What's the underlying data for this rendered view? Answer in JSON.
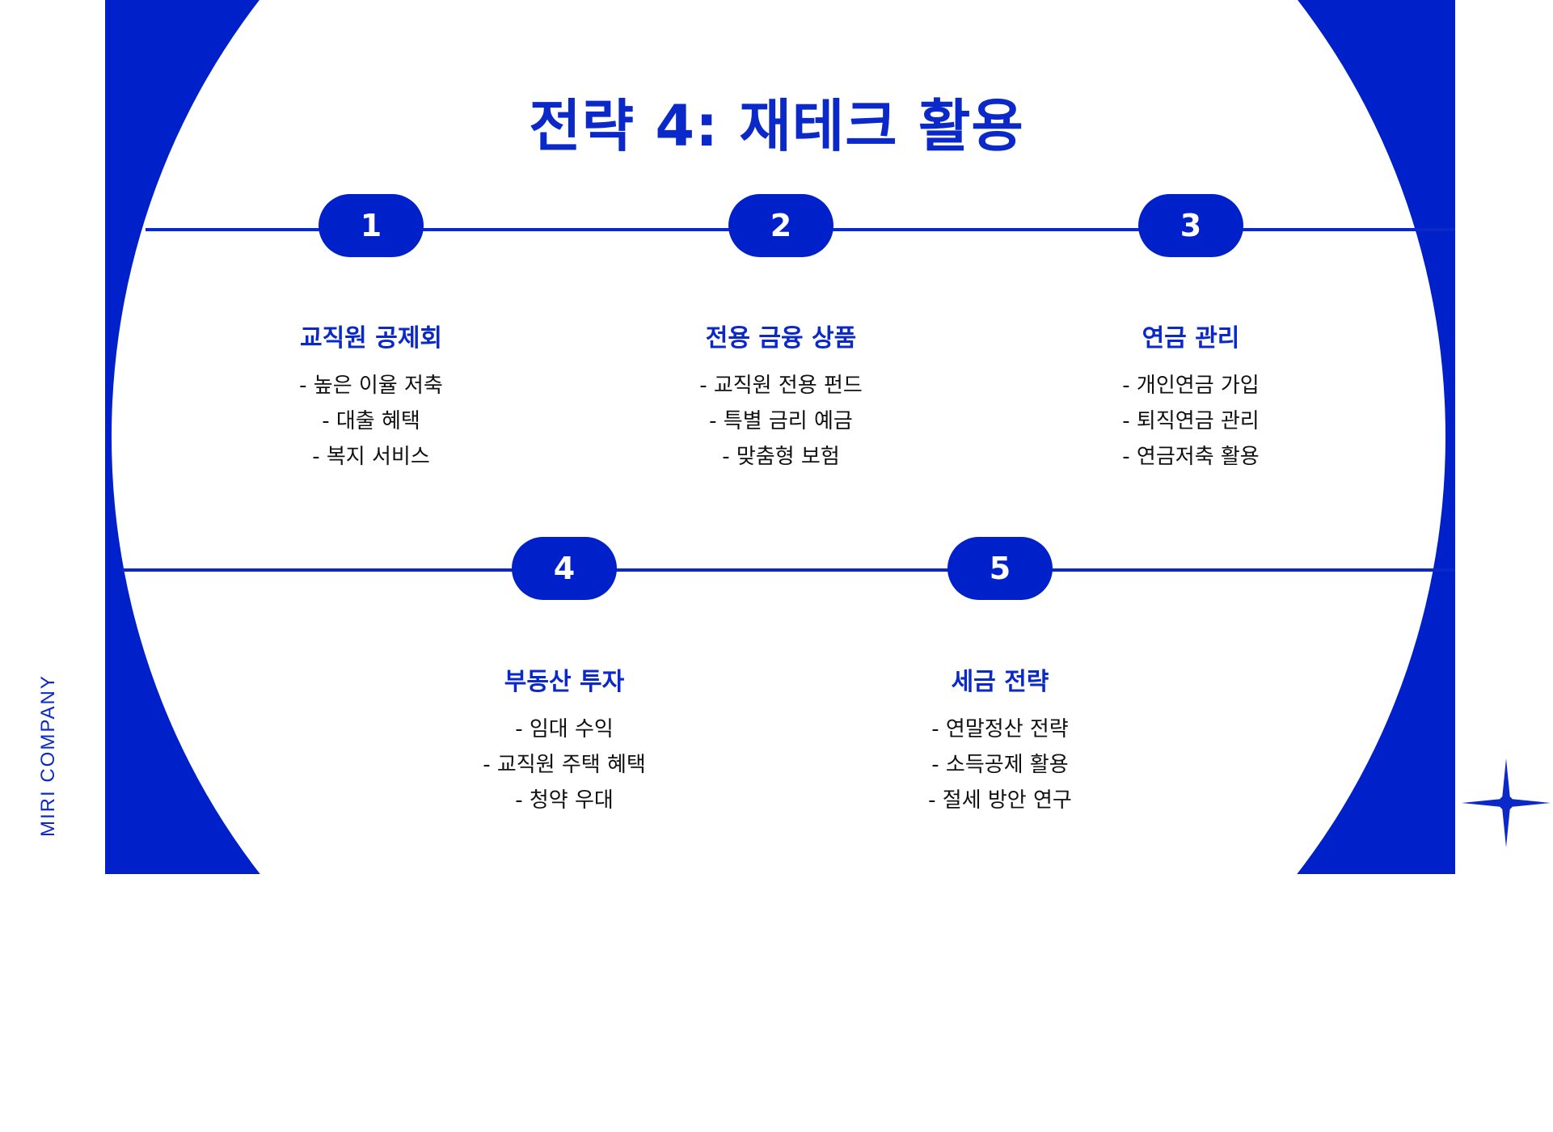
{
  "title": "전략 4: 재테크 활용",
  "brand": "MIRI COMPANY",
  "colors": {
    "accent": "#0021C9",
    "text": "#111111",
    "background": "#ffffff"
  },
  "steps": [
    {
      "number": "1",
      "title": "교직원 공제회",
      "items": [
        "- 높은 이율 저축",
        "- 대출 혜택",
        "- 복지 서비스"
      ]
    },
    {
      "number": "2",
      "title": "전용 금융 상품",
      "items": [
        "- 교직원 전용 펀드",
        "- 특별 금리 예금",
        "- 맞춤형 보험"
      ]
    },
    {
      "number": "3",
      "title": "연금 관리",
      "items": [
        "- 개인연금 가입",
        "- 퇴직연금 관리",
        "- 연금저축 활용"
      ]
    },
    {
      "number": "4",
      "title": "부동산 투자",
      "items": [
        "- 임대 수익",
        "- 교직원 주택 혜택",
        "- 청약 우대"
      ]
    },
    {
      "number": "5",
      "title": "세금 전략",
      "items": [
        "- 연말정산 전략",
        "- 소득공제 활용",
        "- 절세 방안 연구"
      ]
    }
  ]
}
